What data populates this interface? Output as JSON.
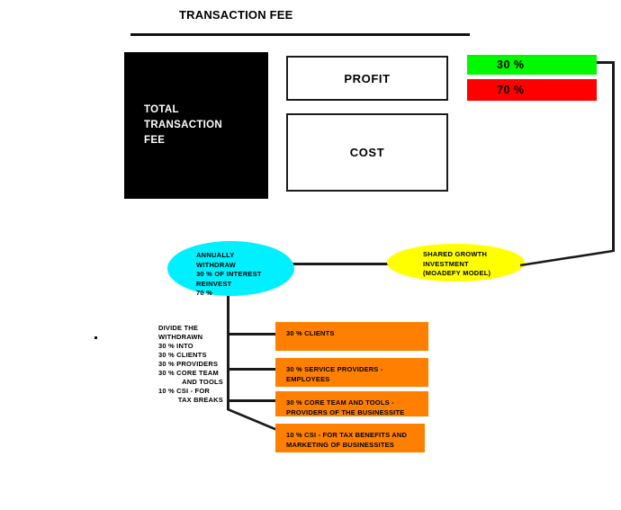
{
  "page": {
    "title": "TRANSACTION FEE",
    "background": "#ffffff"
  },
  "colors": {
    "black_box": "#000000",
    "green": "#00f900",
    "red": "#fe0000",
    "cyan": "#00f0ff",
    "yellow": "#ffff00",
    "orange": "#ff8000",
    "line": "#1a1a1a"
  },
  "blocks": {
    "total_fee": {
      "line1": "TOTAL",
      "line2": "TRANSACTION",
      "line3": "FEE"
    },
    "profit_label": "PROFIT",
    "cost_label": "COST",
    "profit_pct": "30 %",
    "cost_pct": "70 %"
  },
  "ellipses": {
    "annual": {
      "l1": "ANNUALLY",
      "l2": "WITHDRAW",
      "l3": "30 % OF INTEREST",
      "l4": "REINVEST",
      "l5": "70 %"
    },
    "shared_growth": {
      "l1": "SHARED GROWTH",
      "l2": "INVESTMENT",
      "l3": "(MOADEFY MODEL)"
    }
  },
  "divide_label": {
    "l1": "DIVIDE THE",
    "l2": "WITHDRAWN",
    "l3": "30 % INTO",
    "l4": "30 % CLIENTS",
    "l5": "30 % PROVIDERS",
    "l6": "30 % CORE TEAM",
    "l7": "AND TOOLS",
    "l8": "10 % CSI - FOR",
    "l9": "TAX BREAKS"
  },
  "allocations": [
    {
      "l1": "30 % CLIENTS",
      "l2": ""
    },
    {
      "l1": "30 % SERVICE PROVIDERS -",
      "l2": "EMPLOYEES"
    },
    {
      "l1": "30 % CORE TEAM AND TOOLS -",
      "l2": "PROVIDERS OF THE BUSINESSITE"
    },
    {
      "l1": "10 % CSI - FOR TAX BENEFITS AND",
      "l2": "MARKETING OF BUSINESSITES"
    }
  ],
  "chart_data": {
    "type": "diagram",
    "title": "TRANSACTION FEE",
    "split": {
      "categories": [
        "PROFIT",
        "COST"
      ],
      "values": [
        30,
        70
      ],
      "unit": "%"
    },
    "withdraw_split": {
      "categories": [
        "WITHDRAW",
        "REINVEST"
      ],
      "values": [
        30,
        70
      ],
      "unit": "%"
    },
    "allocation": {
      "categories": [
        "CLIENTS",
        "SERVICE PROVIDERS - EMPLOYEES",
        "CORE TEAM AND TOOLS - PROVIDERS OF THE BUSINESSITE",
        "CSI - FOR TAX BENEFITS AND MARKETING OF BUSINESSITES"
      ],
      "values": [
        30,
        30,
        30,
        10
      ],
      "unit": "%"
    }
  }
}
